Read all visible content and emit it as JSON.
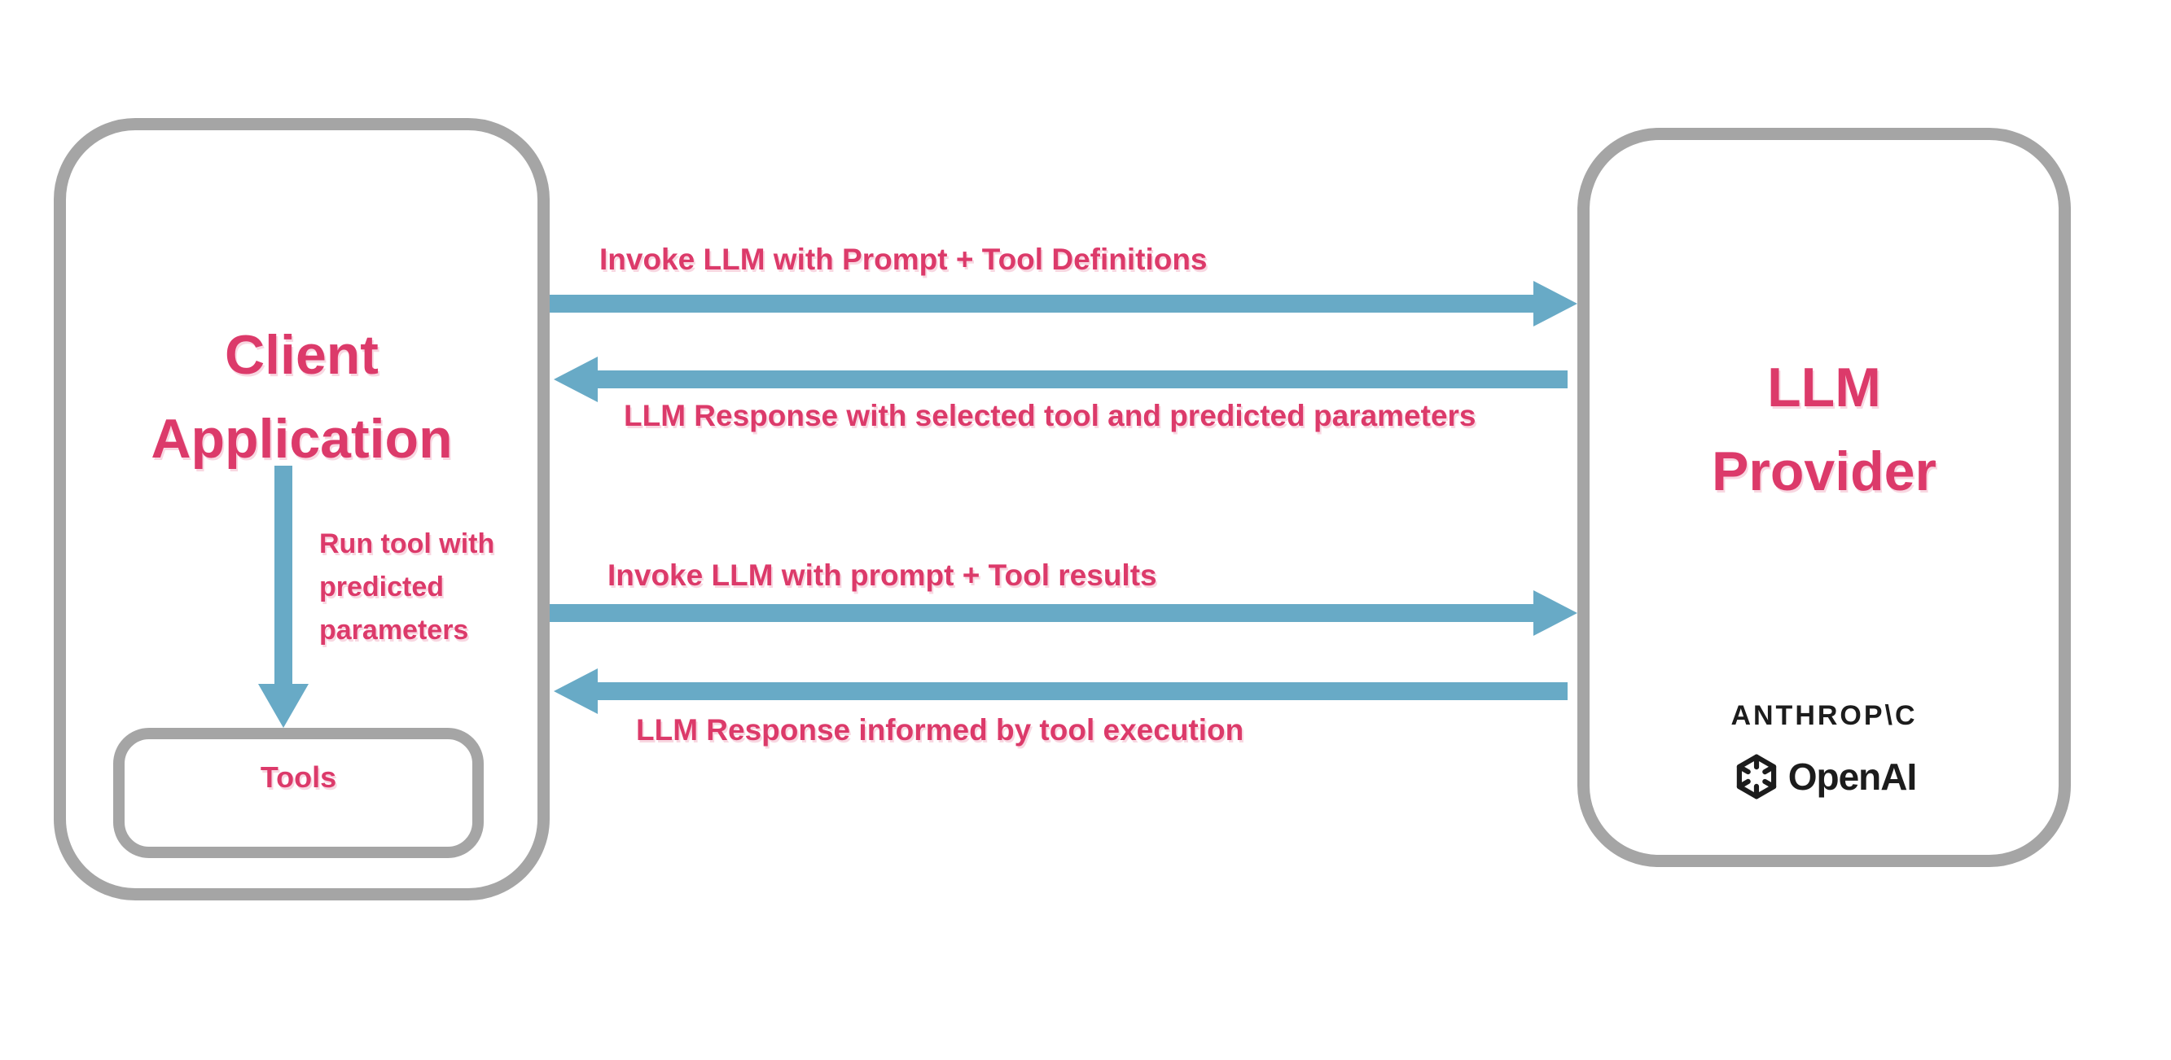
{
  "client_box": {
    "title_line1": "Client",
    "title_line2": "Application",
    "run_tool_note": "Run tool with predicted parameters",
    "tools_label": "Tools"
  },
  "provider_box": {
    "title_line1": "LLM",
    "title_line2": "Provider",
    "anthropic_logo": "ANTHROP\\C",
    "openai_logo": "OpenAI"
  },
  "arrows": [
    {
      "direction": "right",
      "label": "Invoke LLM with Prompt + Tool Definitions"
    },
    {
      "direction": "left",
      "label": "LLM Response with selected tool and predicted parameters"
    },
    {
      "direction": "right",
      "label": "Invoke LLM with prompt + Tool results"
    },
    {
      "direction": "left",
      "label": "LLM Response informed by tool execution"
    }
  ],
  "colors": {
    "accent_pink": "#dc3a6a",
    "arrow_blue": "#68aac6",
    "border_gray": "#a5a5a5",
    "logo_black": "#1c1c1c"
  }
}
